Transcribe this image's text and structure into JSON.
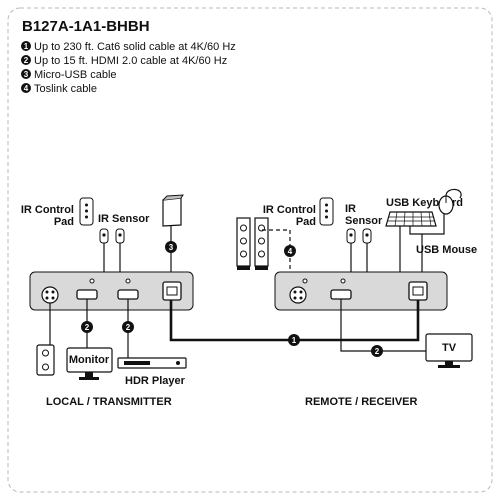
{
  "title": "B127A-1A1-BHBH",
  "legend": [
    {
      "num": "1",
      "text": "Up to 230 ft. Cat6 solid cable at 4K/60 Hz"
    },
    {
      "num": "2",
      "text": "Up to 15 ft. HDMI 2.0 cable at 4K/60 Hz"
    },
    {
      "num": "3",
      "text": "Micro-USB cable"
    },
    {
      "num": "4",
      "text": "Toslink cable"
    }
  ],
  "labels": {
    "ir_control_pad_1": "IR Control",
    "ir_control_pad_2": "Pad",
    "ir_sensor_1": "IR Sensor",
    "remote_ir_control_pad_1": "IR Control",
    "remote_ir_control_pad_2": "Pad",
    "remote_ir_sensor_1": "IR",
    "remote_ir_sensor_2": "Sensor",
    "usb_keyboard": "USB Keyboard",
    "usb_mouse": "USB Mouse",
    "monitor": "Monitor",
    "hdr_player": "HDR Player",
    "tv": "TV",
    "local": "LOCAL / TRANSMITTER",
    "remote": "REMOTE / RECEIVER"
  },
  "cable_markers": {
    "micro_usb": "3",
    "toslink": "4",
    "hdmi_monitor": "2",
    "hdmi_player": "2",
    "cat6": "1",
    "hdmi_tv": "2"
  }
}
